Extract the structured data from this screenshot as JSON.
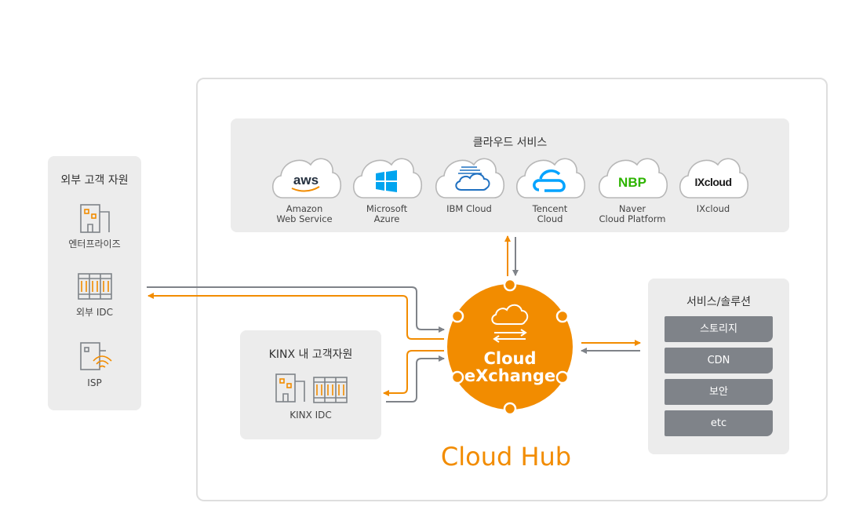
{
  "external": {
    "title": "외부 고객 자원",
    "items": [
      {
        "label": "엔터프라이즈",
        "icon": "building-icon"
      },
      {
        "label": "외부 IDC",
        "icon": "datacenter-icon"
      },
      {
        "label": "ISP",
        "icon": "building-wifi-icon"
      }
    ]
  },
  "cloud_services": {
    "title": "클라우드 서비스",
    "providers": [
      {
        "logo": "aws",
        "label": "Amazon\nWeb Service"
      },
      {
        "logo": "windows-icon",
        "label": "Microsoft\nAzure"
      },
      {
        "logo": "ibm-cloud-icon",
        "label": "IBM Cloud"
      },
      {
        "logo": "tencent-cloud-icon",
        "label": "Tencent\nCloud"
      },
      {
        "logo": "NBP",
        "label": "Naver\nCloud Platform"
      },
      {
        "logo": "IXcloud",
        "label": "IXcloud"
      }
    ]
  },
  "kinx": {
    "title": "KINX 내 고객자원",
    "label": "KINX IDC"
  },
  "exchange": {
    "line1": "Cloud",
    "line2": "eXchange"
  },
  "hub_label": "Cloud Hub",
  "solutions": {
    "title": "서비스/솔루션",
    "items": [
      "스토리지",
      "CDN",
      "보안",
      "etc"
    ]
  },
  "colors": {
    "accent": "#f28c00",
    "arrow_gray": "#7f8389",
    "panel": "#ececec"
  }
}
